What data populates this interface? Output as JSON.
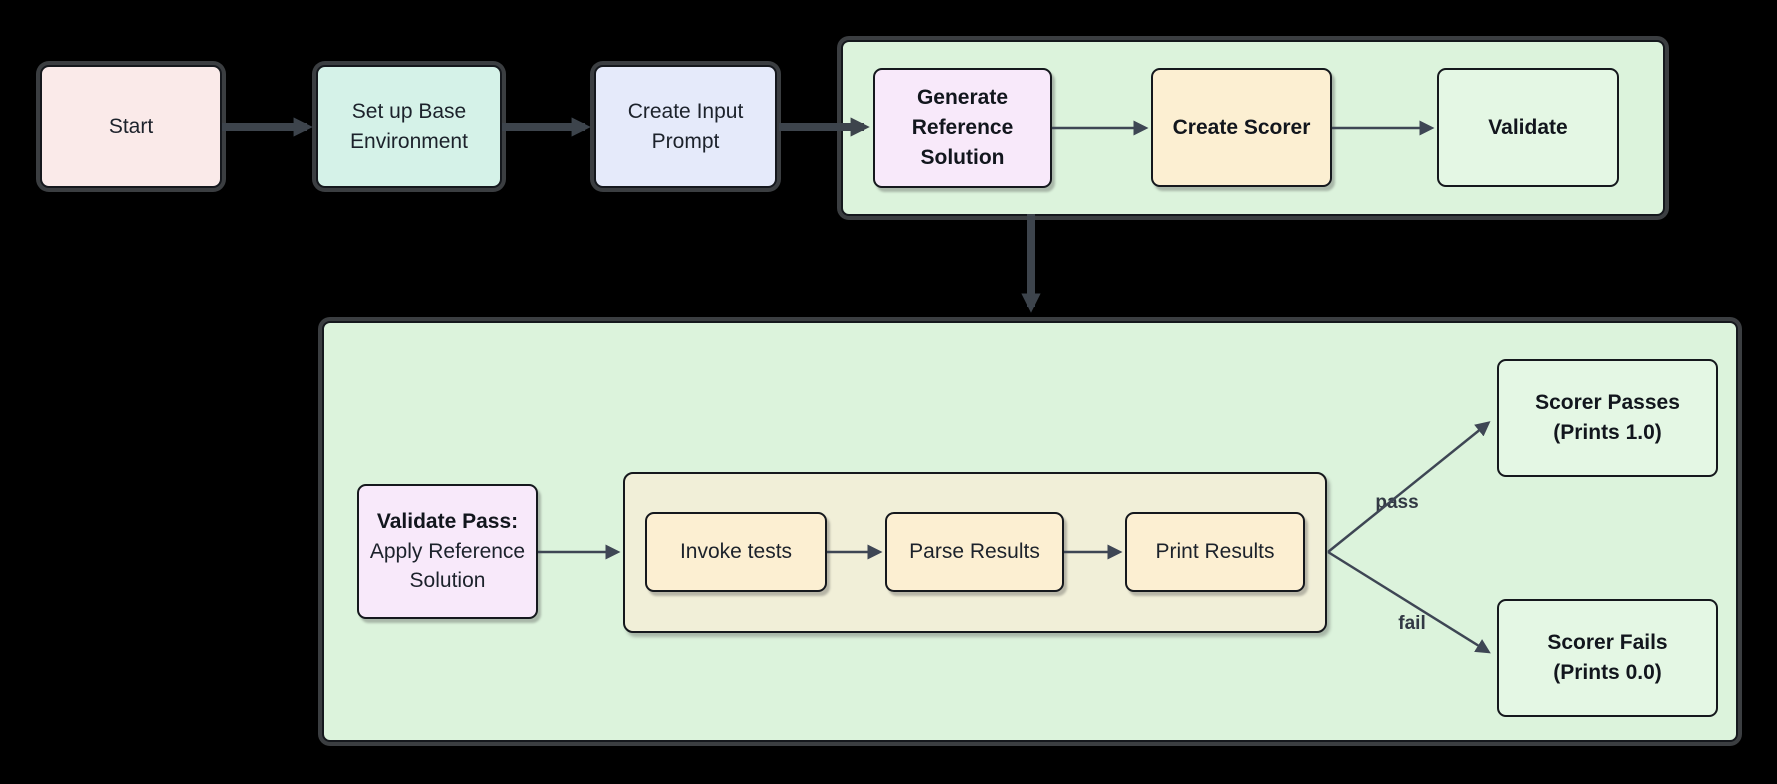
{
  "diagram": {
    "nodes": {
      "start": {
        "label": "Start"
      },
      "setup_environment": {
        "label": "Set up Base Environment"
      },
      "create_input_prompt": {
        "label": "Create Input Prompt"
      },
      "generate_reference_solution": {
        "label": "Generate Reference Solution"
      },
      "create_scorer": {
        "label": "Create Scorer"
      },
      "validate": {
        "label": "Validate"
      },
      "validate_pass": {
        "title": "Validate Pass:",
        "detail": "Apply Reference Solution"
      },
      "invoke_tests": {
        "label": "Invoke tests"
      },
      "parse_results": {
        "label": "Parse Results"
      },
      "print_results": {
        "label": "Print Results"
      },
      "scorer_passes": {
        "line1": "Scorer Passes",
        "line2": "(Prints 1.0)"
      },
      "scorer_fails": {
        "line1": "Scorer Fails",
        "line2": "(Prints 0.0)"
      }
    },
    "edge_labels": {
      "pass": "pass",
      "fail": "fail"
    },
    "colors": {
      "background": "#000000",
      "container_green": "#dcf3dc",
      "node_green": "#e4f7e4",
      "node_pink": "#faeae9",
      "node_teal": "#d5f2e8",
      "node_lavender": "#e5eafa",
      "node_purple": "#f8e9fa",
      "node_cream": "#fcefd2",
      "container_beige": "#f1efd8",
      "border": "#15181d",
      "arrow_thick": "#3d444c",
      "arrow_thin": "#3e4654",
      "text": "#1c222b"
    }
  }
}
